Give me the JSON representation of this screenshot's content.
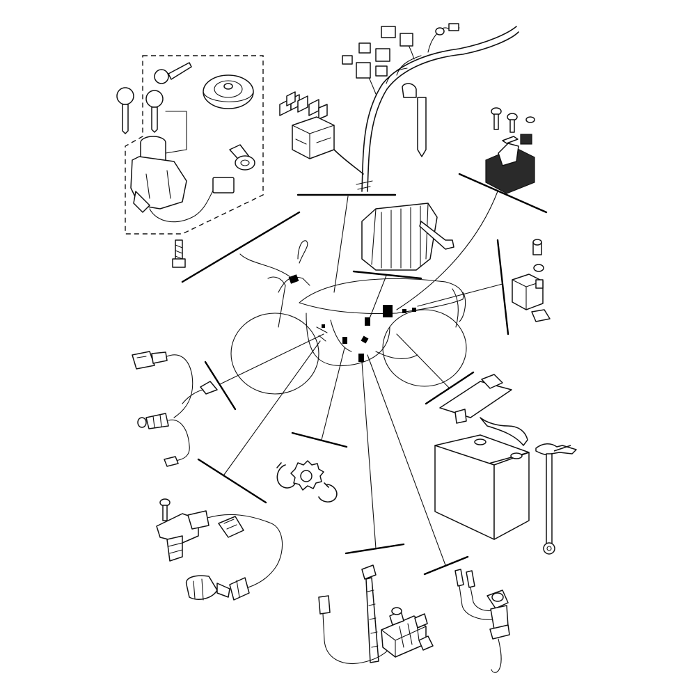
{
  "diagram": {
    "type": "motorcycle-electrical-parts-exploded-view",
    "colors": {
      "line": "#111111",
      "background": "#ffffff",
      "dark_part": "#2a2a2a"
    },
    "parts": [
      {
        "name": "main-switch-key-set",
        "icon": "key-icon"
      },
      {
        "name": "fuel-cap-lock"
      },
      {
        "name": "fuse-box"
      },
      {
        "name": "wire-harness"
      },
      {
        "name": "starter-relay"
      },
      {
        "name": "rectifier-regulator"
      },
      {
        "name": "turn-signal-relay"
      },
      {
        "name": "oxygen-sensor-leads"
      },
      {
        "name": "battery-band"
      },
      {
        "name": "battery"
      },
      {
        "name": "battery-cable"
      },
      {
        "name": "circlip-gear-set"
      },
      {
        "name": "crank-position-sensor"
      },
      {
        "name": "cable-tie"
      },
      {
        "name": "ignition-coil"
      },
      {
        "name": "neutral-switch"
      }
    ]
  }
}
